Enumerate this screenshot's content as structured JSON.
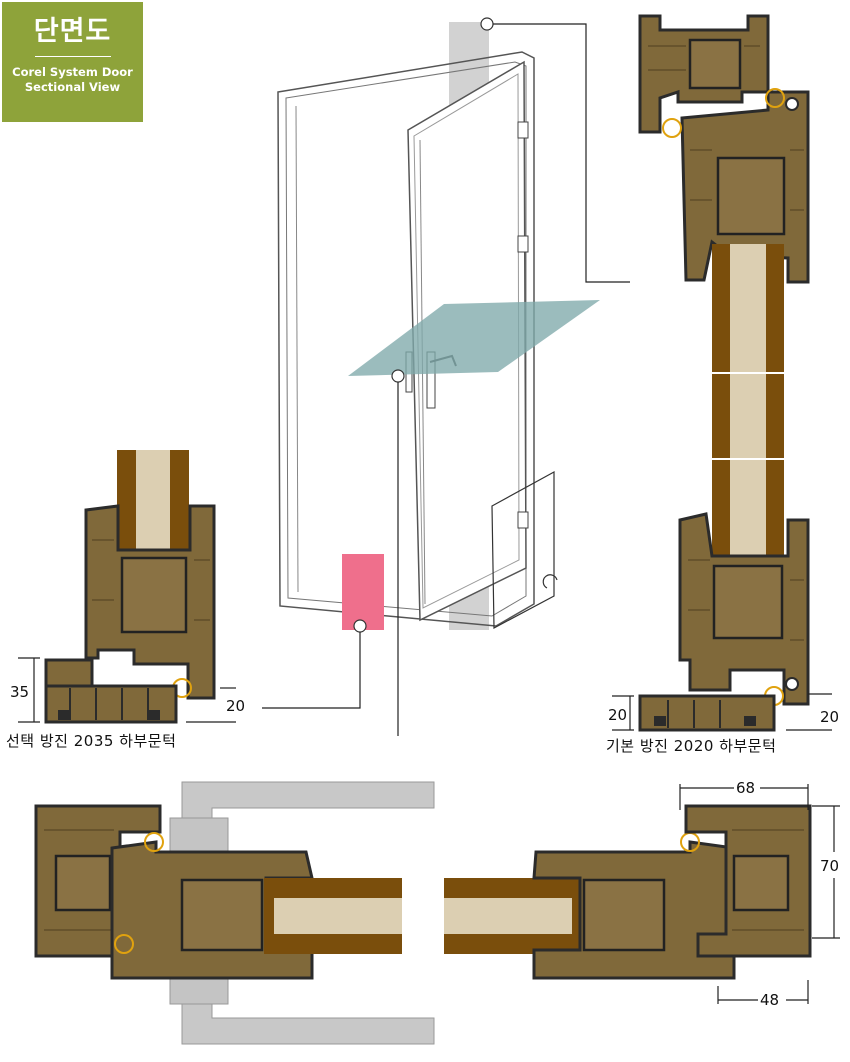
{
  "badge": {
    "title": "단면도",
    "subtitle_line1": "Corel System Door",
    "subtitle_line2": "Sectional View"
  },
  "left_detail": {
    "dim_35": "35",
    "dim_20": "20",
    "caption": "선택 방진 2035 하부문턱"
  },
  "right_detail": {
    "dim_20_left": "20",
    "dim_20_right": "20",
    "caption": "기본 방진 2020 하부문턱"
  },
  "bottom_detail": {
    "dim_68": "68",
    "dim_70": "70",
    "dim_48": "48"
  },
  "colors": {
    "badge_green": "#8ea33a",
    "pvc_tan": "#80693a",
    "wood_brown": "#7a4e0c",
    "core_cream": "#dccfb2",
    "gasket_yellow": "#e0a20f",
    "plane_teal": "#7fa9ab",
    "marker_pink": "#ef6f8c"
  }
}
